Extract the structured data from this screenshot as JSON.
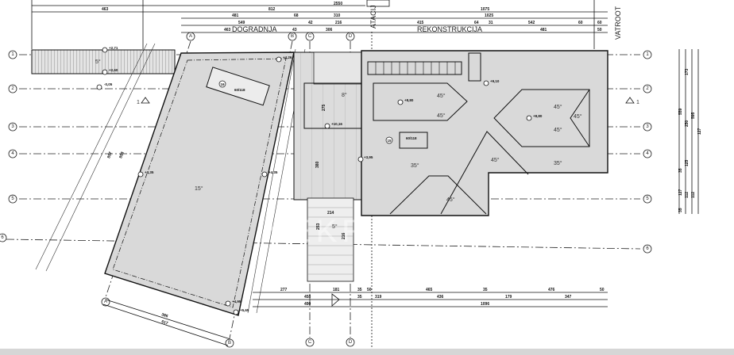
{
  "drawing": {
    "zone_labels": {
      "addition": "DOGRADNJA",
      "reconstruction": "REKONSTRUKCIJA",
      "fire_wall": "VATROOT",
      "vertical_mid": "ATACIJ"
    },
    "watermark": "NEKRETNINE",
    "grid_axes_rows": [
      "1",
      "2",
      "3",
      "4",
      "5",
      "6"
    ],
    "grid_axes_cols": [
      "A",
      "B",
      "C",
      "D"
    ],
    "section_marker": "1",
    "top_dims": {
      "row0": [
        "2550"
      ],
      "row1": [
        "463",
        "812",
        "1075"
      ],
      "row2": [
        "481",
        "68",
        "310",
        "1025"
      ],
      "row3": [
        "549",
        "42",
        "216",
        "415",
        "64",
        "31",
        "542",
        "60",
        "60"
      ],
      "row4": [
        "463",
        "43",
        "306",
        "481",
        "50"
      ]
    },
    "bottom_dims": {
      "row1": [
        "277",
        "181",
        "35",
        "50",
        "465",
        "35",
        "476",
        "50"
      ],
      "row2": [
        "458",
        "35",
        "319",
        "436",
        "179",
        "347"
      ],
      "row3": [
        "490",
        "1096"
      ]
    },
    "right_dims": [
      "173",
      "559",
      "250",
      "595",
      "127",
      "125",
      "35",
      "127",
      "112",
      "112",
      "35"
    ],
    "slanted_dims": [
      "857",
      "853",
      "386",
      "617"
    ],
    "elevations": [
      "+2,71",
      "+2,60",
      "-0,05",
      "+4,26",
      "+4,35",
      "+4,35",
      "+9,10",
      "+8,80",
      "+8,80",
      "+3,95",
      "+10,16",
      "+4,95",
      "+5,65"
    ],
    "slopes": [
      "5°",
      "15°",
      "8°",
      "45°",
      "45°",
      "45°",
      "45°",
      "45°",
      "45°",
      "45°",
      "35°",
      "35°",
      "5°"
    ],
    "windows": [
      {
        "tag": "16",
        "size": "60/118"
      },
      {
        "tag": "15",
        "size": "60/118"
      }
    ],
    "local_dims": [
      "275",
      "380",
      "253",
      "214",
      "216"
    ]
  }
}
